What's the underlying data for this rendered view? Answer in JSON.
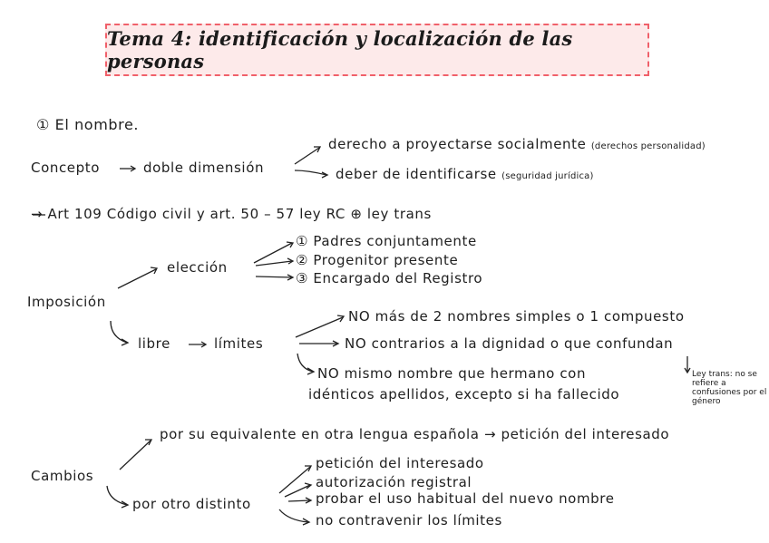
{
  "title": "Tema 4: identificación y localización de las personas",
  "colors": {
    "title_bg": "#fdeaea",
    "title_border": "#f0606a",
    "ink": "#202020"
  },
  "section1": {
    "heading": "① El nombre.",
    "concepto": {
      "label": "Concepto",
      "arrow": "→",
      "node": "doble dimensión",
      "branches": [
        {
          "text": "derecho a proyectarse socialmente",
          "note": "(derechos personalidad)"
        },
        {
          "text": "deber de identificarse",
          "note": "(seguridad jurídica)"
        }
      ]
    },
    "legal": "→ Art 109 Código civil y art. 50 – 57 ley RC ⊕ ley trans",
    "imposicion": {
      "label": "Imposición",
      "eleccion": {
        "label": "elección",
        "items": [
          "① Padres conjuntamente",
          "② Progenitor presente",
          "③ Encargado del Registro"
        ]
      },
      "libre": {
        "label": "libre",
        "arrow": "→",
        "limites_label": "límites",
        "limites": [
          "NO más de 2 nombres simples o 1 compuesto",
          "NO contrarios a la dignidad o que confundan",
          "NO mismo nombre que hermano con",
          "idénticos apellidos, excepto si ha fallecido"
        ],
        "side_note": "Ley trans: no se refiere a confusiones por el género"
      }
    },
    "cambios": {
      "label": "Cambios",
      "equivalente": "por su equivalente en otra lengua española → petición del interesado",
      "otro": {
        "label": "por otro distinto",
        "items": [
          "petición del interesado",
          "autorización registral",
          "probar el uso habitual del nuevo nombre",
          "no contravenir los límites"
        ]
      }
    }
  }
}
